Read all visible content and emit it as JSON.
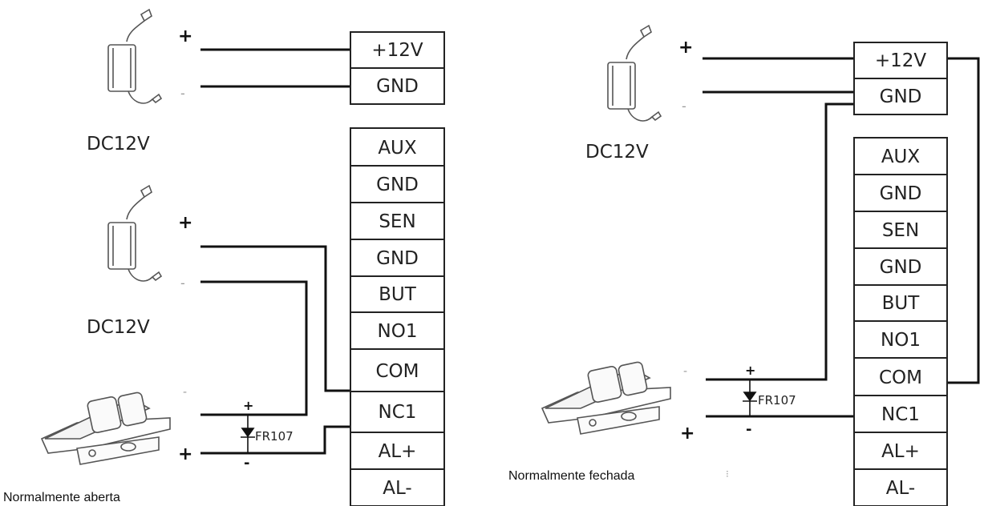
{
  "diagrams": [
    {
      "caption": "Normalmente aberta",
      "psu_labels": [
        "DC12V",
        "DC12V"
      ],
      "plus_sign": "+",
      "minus_sign": "-",
      "diode_label": "FR107",
      "terminals_top": [
        "+12V",
        "GND"
      ],
      "terminals_main": [
        "AUX",
        "GND",
        "SEN",
        "GND",
        "BUT",
        "NO1",
        "COM",
        "NC1",
        "AL+",
        "AL-"
      ]
    },
    {
      "caption": "Normalmente fechada",
      "stray_mark": "⁝",
      "psu_labels": [
        "DC12V"
      ],
      "plus_sign": "+",
      "minus_sign": "-",
      "diode_label": "FR107",
      "terminals_top": [
        "+12V",
        "GND"
      ],
      "terminals_main": [
        "AUX",
        "GND",
        "SEN",
        "GND",
        "BUT",
        "NO1",
        "COM",
        "NC1",
        "AL+",
        "AL-"
      ]
    }
  ],
  "colors": {
    "wire": "#111111",
    "device": "#555555",
    "box_border": "#222222"
  }
}
